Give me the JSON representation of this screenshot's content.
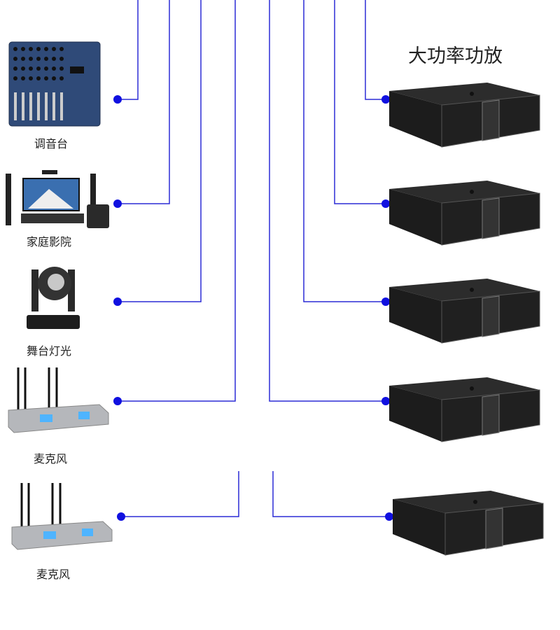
{
  "title": "大功率功放",
  "line_color": "#2b2bd6",
  "sources": [
    {
      "label": "调音台",
      "icon": "mixer-icon"
    },
    {
      "label": "家庭影院",
      "icon": "home-theater-icon"
    },
    {
      "label": "舞台灯光",
      "icon": "stage-light-icon"
    },
    {
      "label": "麦克风",
      "icon": "wireless-mic-receiver-icon"
    },
    {
      "label": "麦克风",
      "icon": "wireless-mic-receiver-icon"
    }
  ],
  "amplifiers": [
    {
      "icon": "power-amplifier-icon"
    },
    {
      "icon": "power-amplifier-icon"
    },
    {
      "icon": "power-amplifier-icon"
    },
    {
      "icon": "power-amplifier-icon"
    },
    {
      "icon": "power-amplifier-icon"
    }
  ]
}
